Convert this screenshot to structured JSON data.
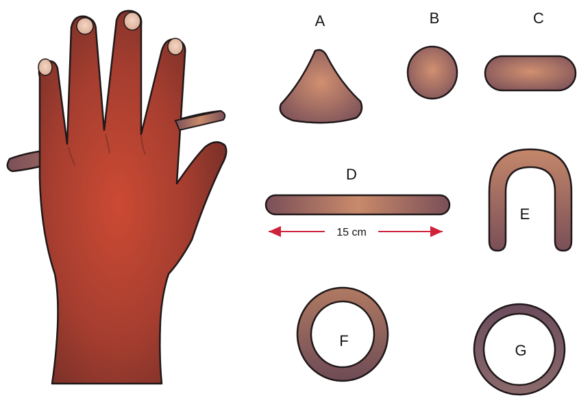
{
  "colors": {
    "clay_light": "#c98a6a",
    "clay_dark": "#7a4f55",
    "skin_light": "#c24a34",
    "skin_dark": "#7a3028",
    "arrow": "#d0213a",
    "outline": "#1f1718"
  },
  "labels": {
    "a": "A",
    "b": "B",
    "c": "C",
    "d": "D",
    "e": "E",
    "f": "F",
    "g": "G"
  },
  "dimension": {
    "d_length": "15 cm"
  }
}
